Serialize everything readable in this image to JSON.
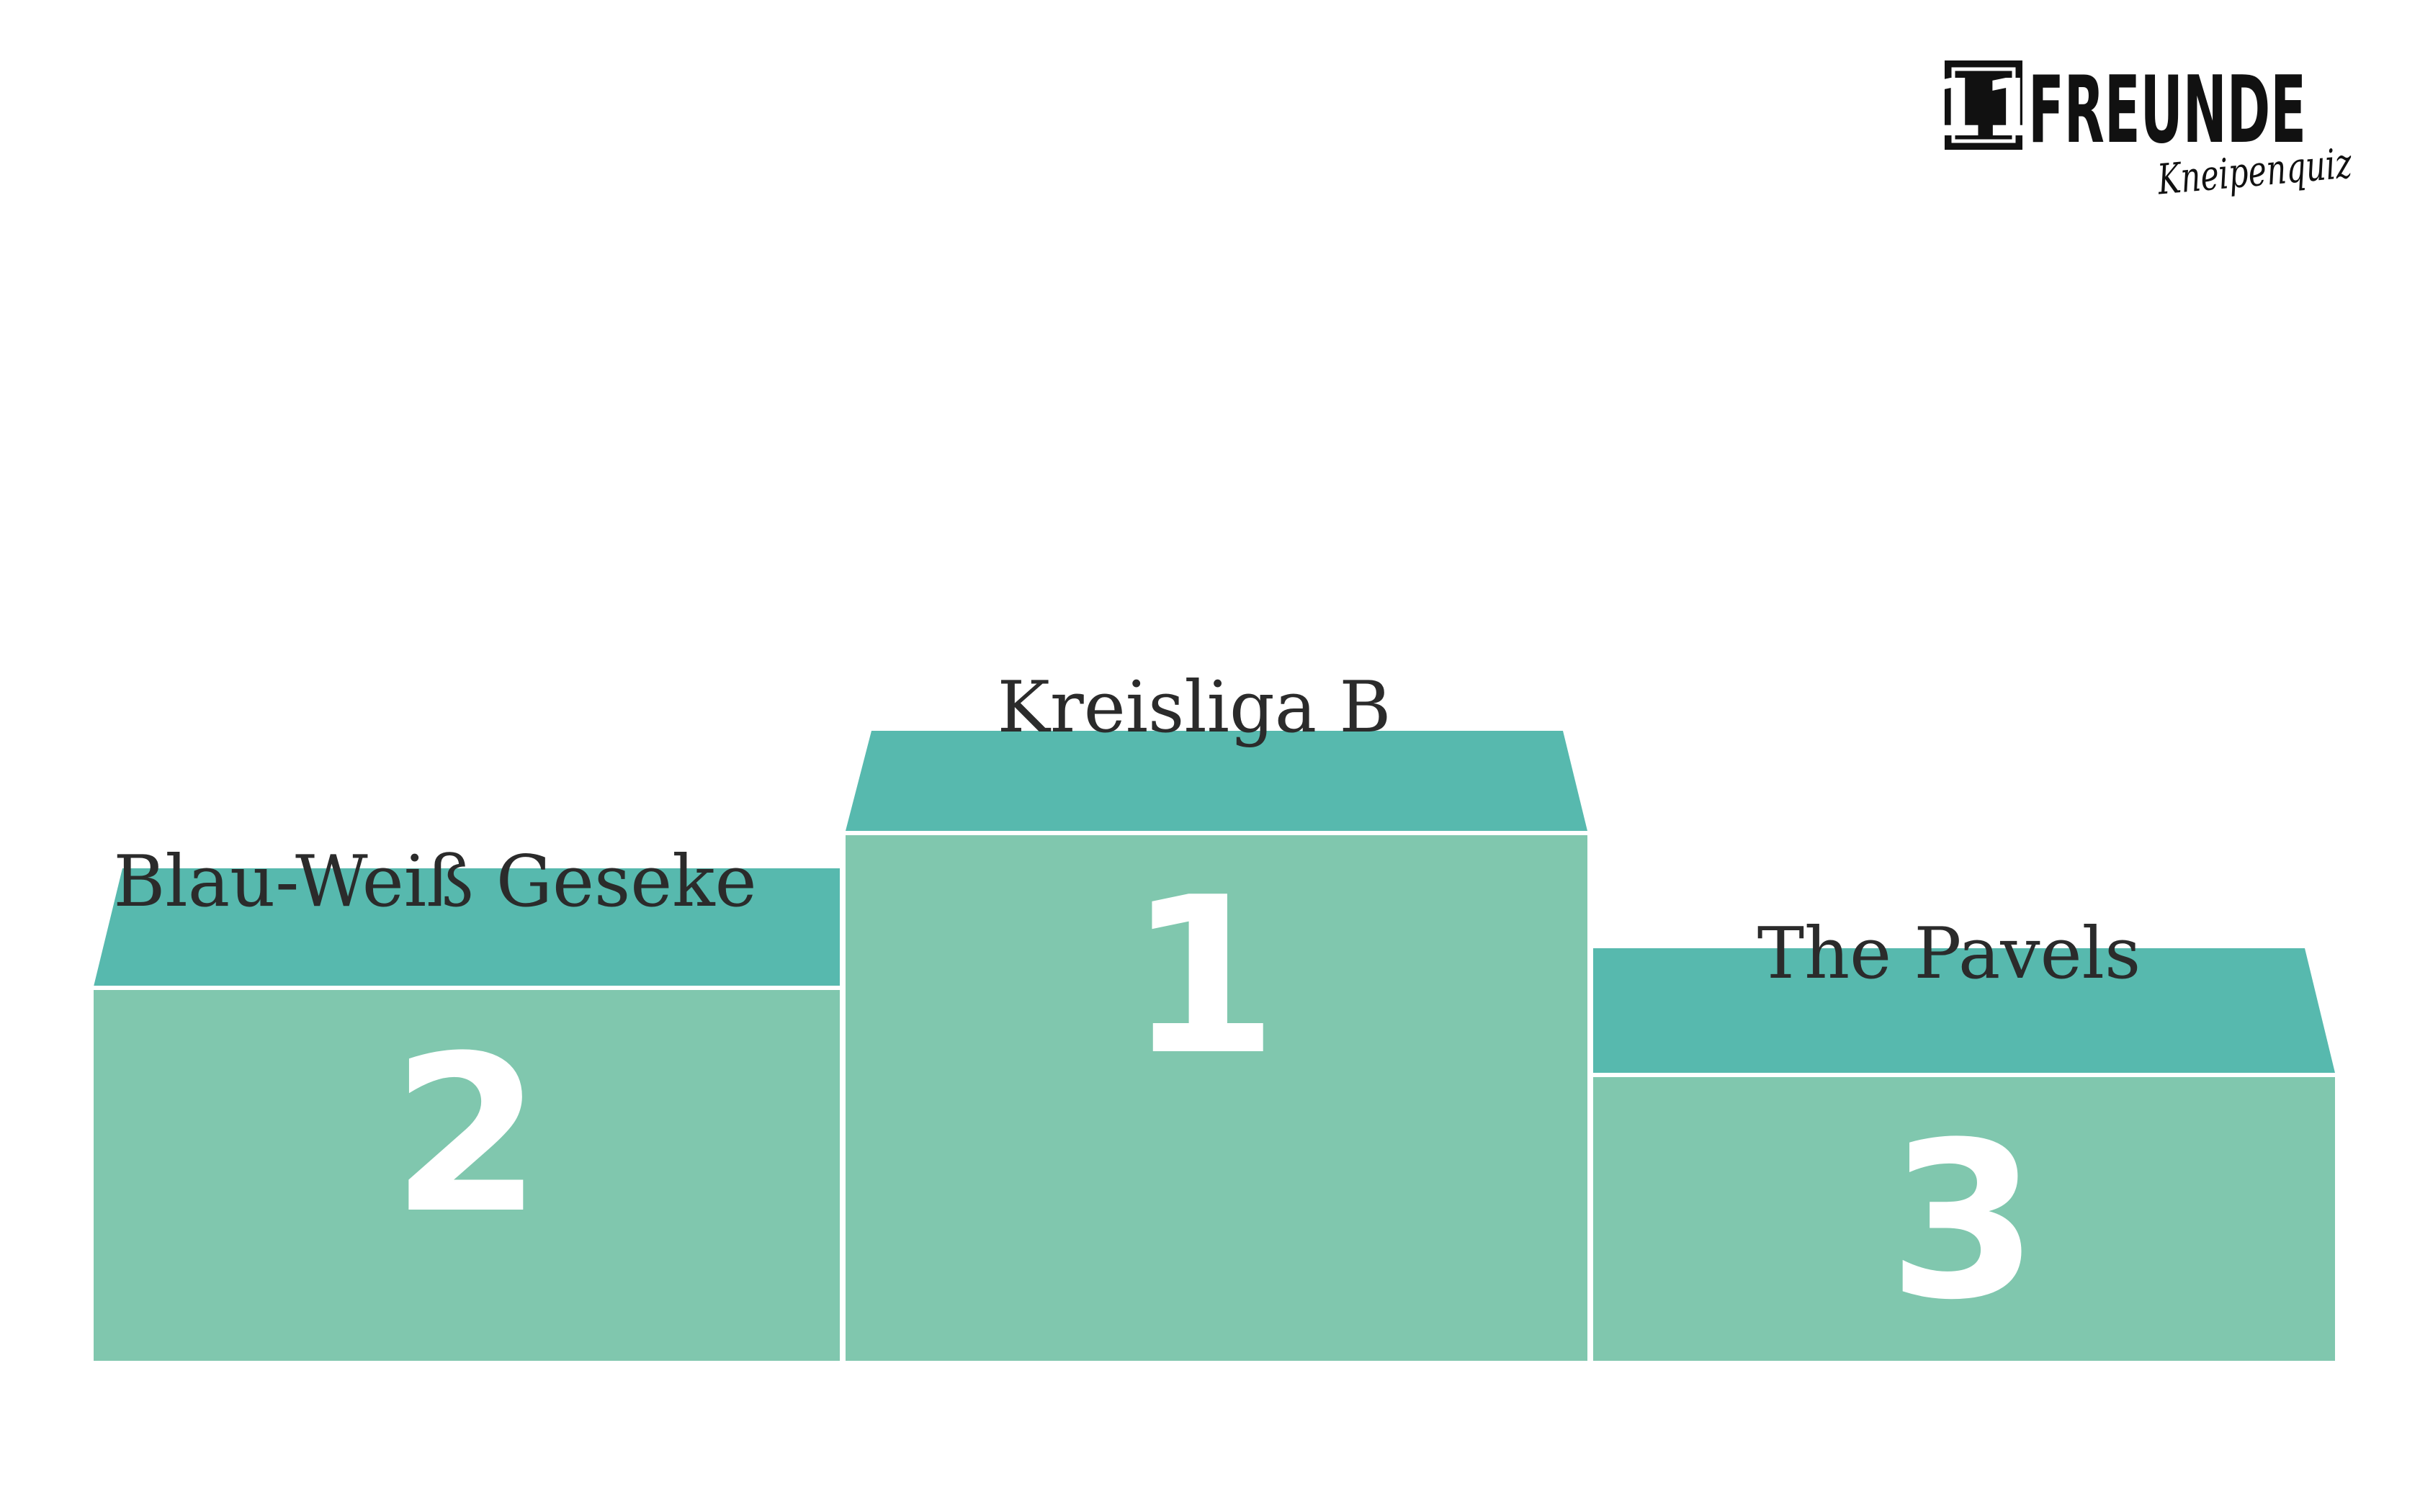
{
  "logo": {
    "box_text": "11",
    "word": "FREUNDE",
    "script": "Kneipenquiz"
  },
  "podium": {
    "first": {
      "rank": "1",
      "team": "Kreisliga B"
    },
    "second": {
      "rank": "2",
      "team": "Blau-Weiß Geseke"
    },
    "third": {
      "rank": "3",
      "team": "The Pavels"
    }
  },
  "colors": {
    "block_front": "#80c7ae",
    "block_top": "#57b9ae",
    "divider": "#ffffff",
    "team_text": "#2b2b2b",
    "background": "#ffffff"
  }
}
